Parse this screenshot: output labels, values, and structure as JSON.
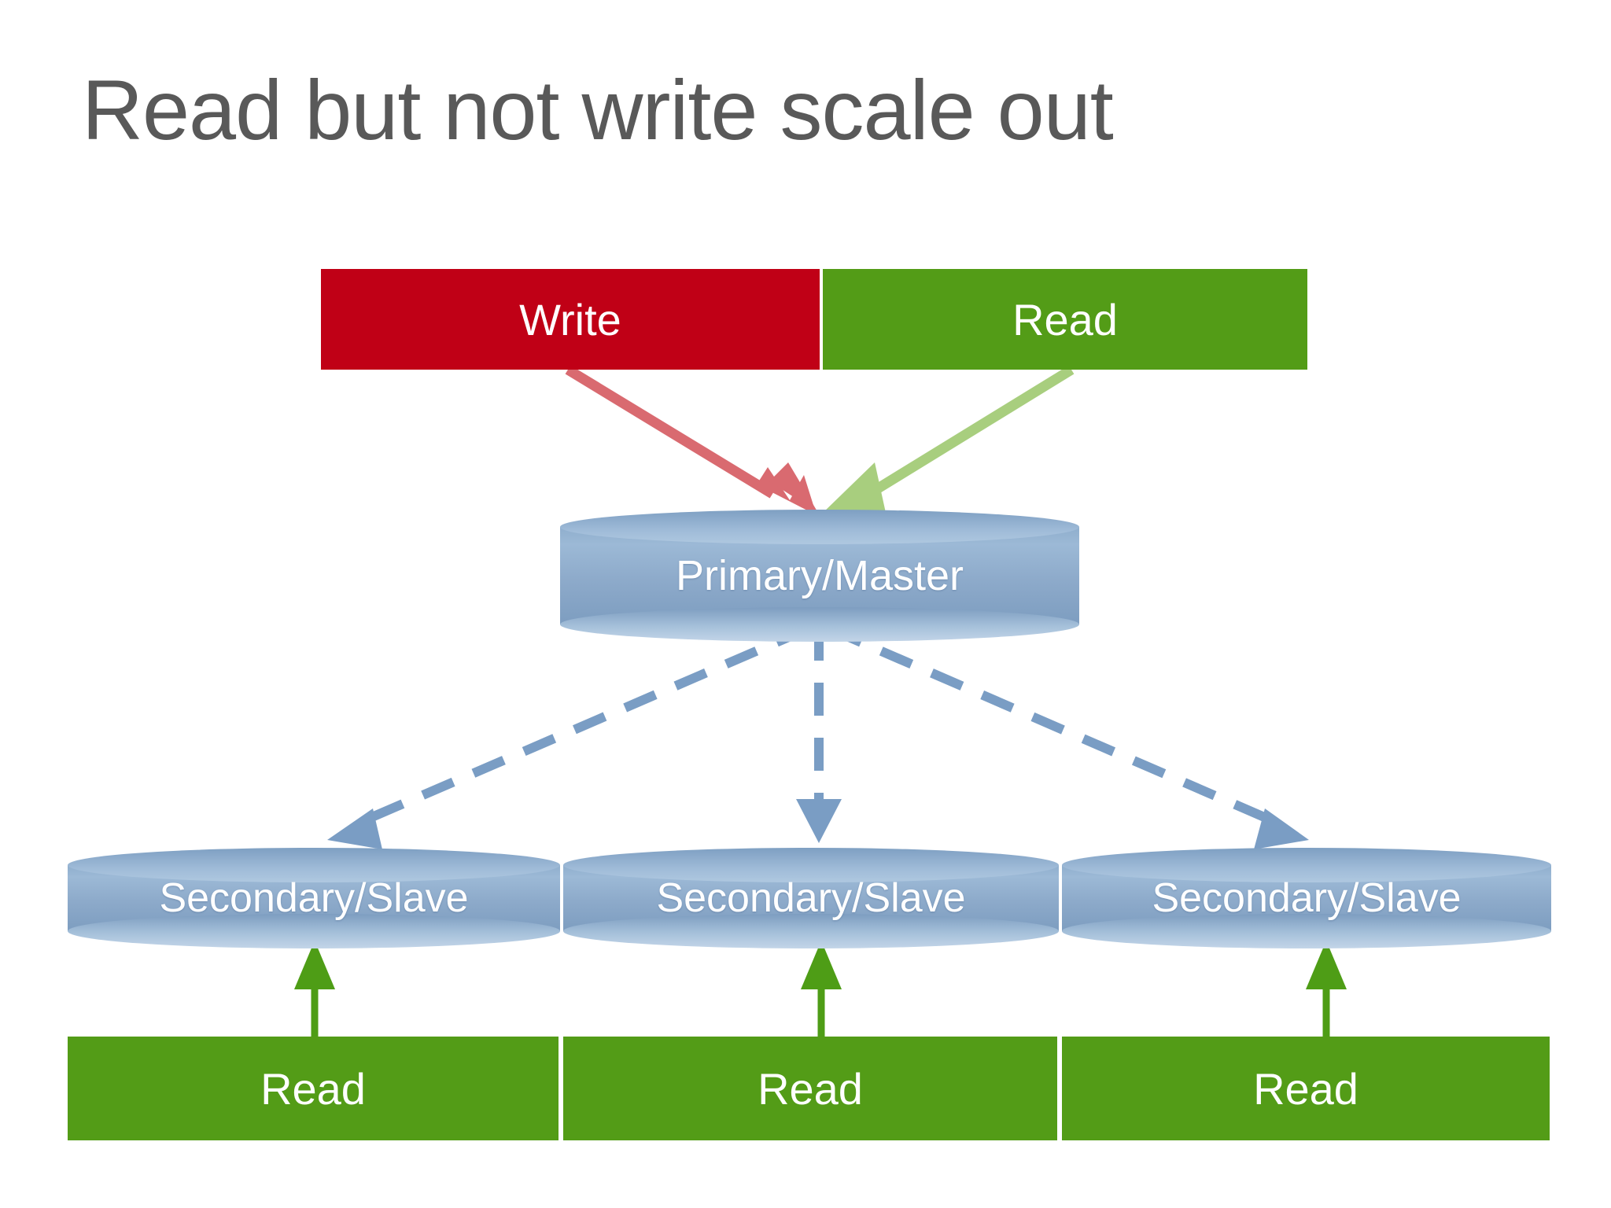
{
  "slide": {
    "title": "Read but not write scale out",
    "background_color": "#FFFFFF",
    "title_color": "#595959"
  },
  "colors": {
    "write_box": "#C00016",
    "read_box": "#539C17",
    "cylinder_blue": "#8FAECD",
    "write_arrow": "#D96A70",
    "read_arrow": "#A8CE7E",
    "replication_arrow": "#7A9DC4",
    "read_arrow_bottom": "#4E9D16",
    "label_text": "#FFFFFF"
  },
  "top_row": {
    "write_box": {
      "label": "Write"
    },
    "read_box": {
      "label": "Read"
    }
  },
  "primary": {
    "label": "Primary/Master",
    "shape": "cylinder"
  },
  "secondaries": [
    {
      "label": "Secondary/Slave",
      "shape": "cylinder"
    },
    {
      "label": "Secondary/Slave",
      "shape": "cylinder"
    },
    {
      "label": "Secondary/Slave",
      "shape": "cylinder"
    }
  ],
  "bottom_read_boxes": [
    {
      "label": "Read"
    },
    {
      "label": "Read"
    },
    {
      "label": "Read"
    }
  ],
  "connectors": {
    "write_to_primary": {
      "style": "solid-arrow",
      "color": "#D96A70",
      "direction": "down-right"
    },
    "read_to_primary": {
      "style": "solid-arrow",
      "color": "#A8CE7E",
      "direction": "down-left"
    },
    "primary_to_secondary_left": {
      "style": "dashed-arrow",
      "color": "#7A9DC4",
      "direction": "down-left"
    },
    "primary_to_secondary_center": {
      "style": "dashed-arrow",
      "color": "#7A9DC4",
      "direction": "down"
    },
    "primary_to_secondary_right": {
      "style": "dashed-arrow",
      "color": "#7A9DC4",
      "direction": "down-right"
    },
    "read1_to_secondary1": {
      "style": "solid-arrow",
      "color": "#4E9D16",
      "direction": "up"
    },
    "read2_to_secondary2": {
      "style": "solid-arrow",
      "color": "#4E9D16",
      "direction": "up"
    },
    "read3_to_secondary3": {
      "style": "solid-arrow",
      "color": "#4E9D16",
      "direction": "up"
    }
  }
}
